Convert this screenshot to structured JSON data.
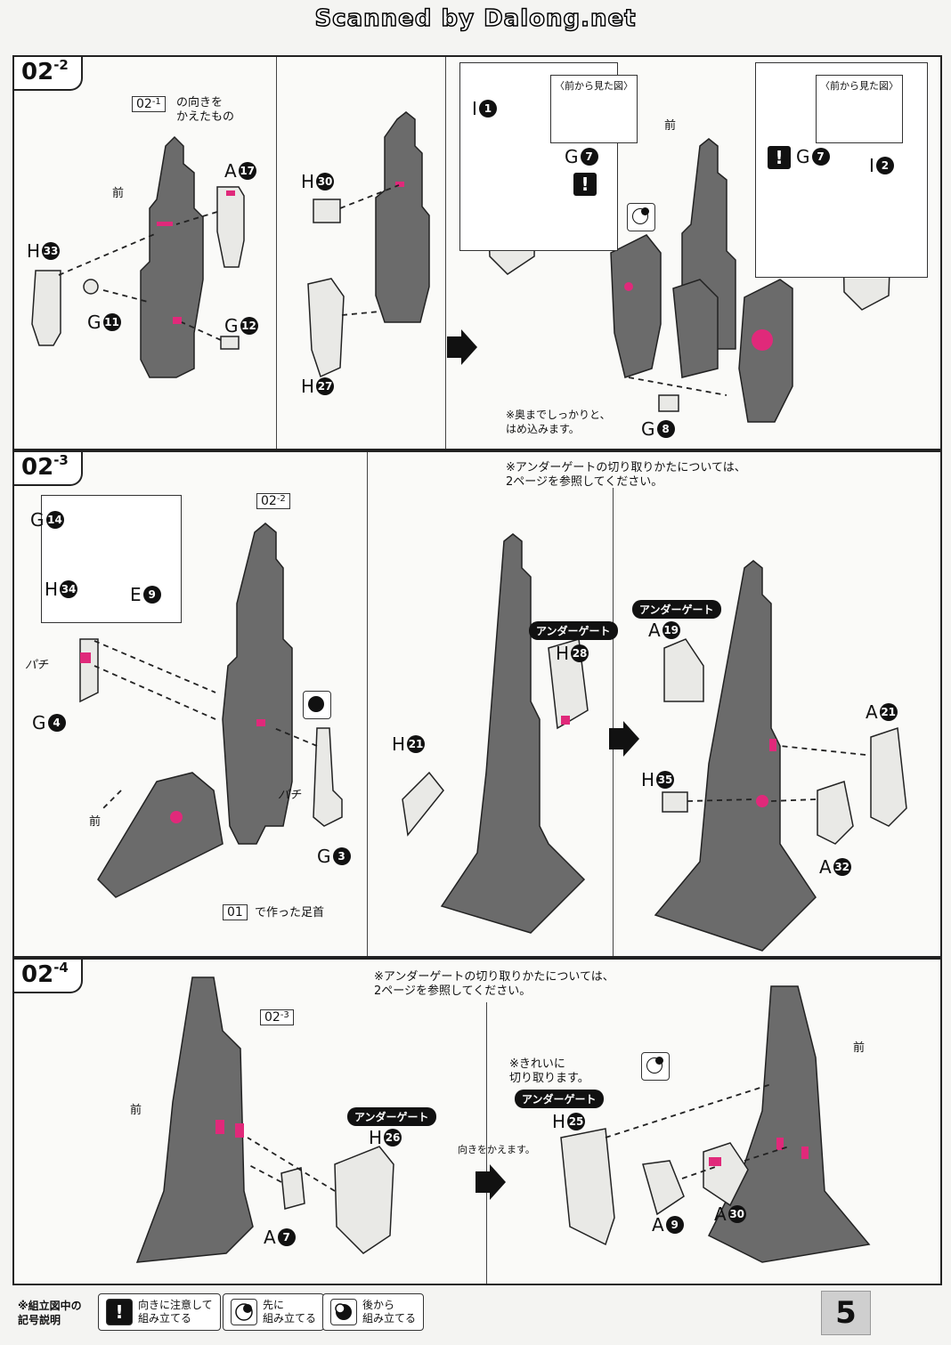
{
  "header": {
    "scanned_by": "Scanned by Dalong.net"
  },
  "panels": [
    {
      "id": "02-2",
      "step_main": "02",
      "step_sub": "-2",
      "ref_box": {
        "main": "02",
        "sub": "-1",
        "caption": "の向きを\nかえたもの"
      },
      "labels": {
        "a17": "A",
        "a17_num": "17",
        "h33": "H",
        "h33_num": "33",
        "g11": "G",
        "g11_num": "11",
        "g12": "G",
        "g12_num": "12",
        "h30": "H",
        "h30_num": "30",
        "h27": "H",
        "h27_num": "27",
        "i1": "I",
        "i1_num": "1",
        "g7": "G",
        "g7_num": "7",
        "g7b": "G",
        "g7b_num": "7",
        "i2": "I",
        "i2_num": "2",
        "g8": "G",
        "g8_num": "8",
        "front": "前",
        "front2": "前",
        "front_view": "〈前から見た図〉",
        "front_view2": "〈前から見た図〉",
        "note": "※奥までしっかりと、\nはめ込みます。"
      }
    },
    {
      "id": "02-3",
      "step_main": "02",
      "step_sub": "-3",
      "ref_box": {
        "main": "02",
        "sub": "-2"
      },
      "labels": {
        "g14": "G",
        "g14_num": "14",
        "h34": "H",
        "h34_num": "34",
        "e9": "E",
        "e9_num": "9",
        "g4": "G",
        "g4_num": "4",
        "g3": "G",
        "g3_num": "3",
        "h21": "H",
        "h21_num": "21",
        "h28": "H",
        "h28_num": "28",
        "a19": "A",
        "a19_num": "19",
        "a21": "A",
        "a21_num": "21",
        "h35": "H",
        "h35_num": "35",
        "a32": "A",
        "a32_num": "32",
        "front": "前",
        "pachi": "パチ",
        "pachi2": "パチ",
        "undergate": "アンダーゲート",
        "undergate2": "アンダーゲート",
        "note": "※アンダーゲートの切り取りかたについては、\n2ページを参照してください。",
        "foot_ref": "01",
        "foot_caption": "で作った足首"
      }
    },
    {
      "id": "02-4",
      "step_main": "02",
      "step_sub": "-4",
      "ref_box": {
        "main": "02",
        "sub": "-3"
      },
      "labels": {
        "a7": "A",
        "a7_num": "7",
        "h26": "H",
        "h26_num": "26",
        "h25": "H",
        "h25_num": "25",
        "a9": "A",
        "a9_num": "9",
        "a30": "A",
        "a30_num": "30",
        "front": "前",
        "front2": "前",
        "undergate": "アンダーゲート",
        "undergate2": "アンダーゲート",
        "note": "※アンダーゲートの切り取りかたについては、\n2ページを参照してください。",
        "note_clean": "※きれいに\n切り取ります。",
        "turn": "向きをかえます。"
      }
    }
  ],
  "legend": {
    "title": "※組立図中の\n記号説明",
    "items": [
      {
        "text": "向きに注意して\n組み立てる",
        "icon": "warning-icon"
      },
      {
        "text": "先に\n組み立てる",
        "icon": "assemble-first-icon"
      },
      {
        "text": "後から\n組み立てる",
        "icon": "assemble-later-icon"
      }
    ]
  },
  "page_number": "5"
}
